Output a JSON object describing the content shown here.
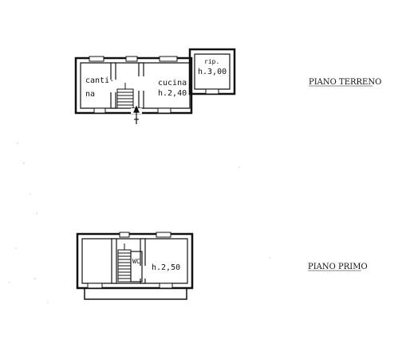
{
  "ground_floor": {
    "title": "PIANO TERRENO",
    "rooms": {
      "cantina_top": "canti-",
      "cantina_bottom": "na",
      "cucina": "cucina",
      "cucina_height": "h.2,40",
      "ripostiglio": "rip.",
      "ripostiglio_height": "h.3,00"
    }
  },
  "first_floor": {
    "title": "PIANO PRIMO",
    "rooms": {
      "wc": "WC",
      "main_height": "h.2,50"
    }
  },
  "colors": {
    "ink": "#111111",
    "wall_fill": "#ffffff",
    "paper": "#ffffff"
  }
}
